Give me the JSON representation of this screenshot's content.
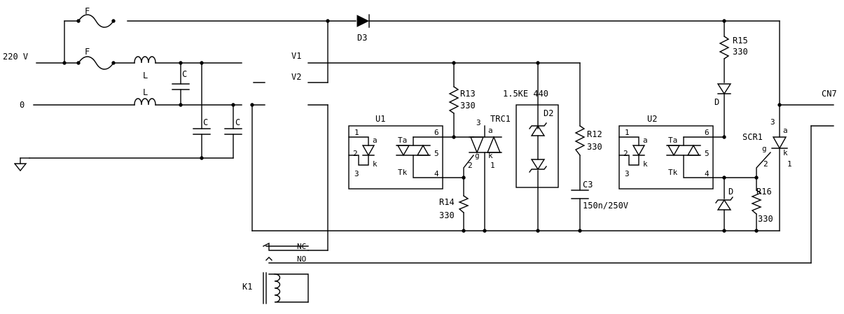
{
  "nets": {
    "input_220": "220 V",
    "input_0": "0",
    "v1": "V1",
    "v2": "V2",
    "output": "CN7"
  },
  "components": {
    "fuse_top": "F",
    "fuse_mid": "F",
    "inductor_top": "L",
    "inductor_bottom": "L",
    "cap_a": "C",
    "cap_b": "C",
    "cap_c": "C",
    "diode_d3": "D3",
    "r15": {
      "ref": "R15",
      "value": "330"
    },
    "diode_d_top": "D",
    "r13": {
      "ref": "R13",
      "value": "330"
    },
    "tvs": {
      "part": "1.5KE 440",
      "ref": "D2"
    },
    "r12": {
      "ref": "R12",
      "value": "330"
    },
    "c3": {
      "ref": "C3",
      "value": "150n/250V"
    },
    "r14": {
      "ref": "R14",
      "value": "330"
    },
    "r16": {
      "ref": "R16",
      "value": "330"
    },
    "zener_d": "D",
    "trc1": "TRC1",
    "scr1": "SCR1",
    "u1": {
      "ref": "U1",
      "pins": [
        "1",
        "2",
        "3",
        "6",
        "5",
        "4"
      ],
      "led_a": "a",
      "led_k": "k",
      "ta": "Ta",
      "tk": "Tk"
    },
    "u2": {
      "ref": "U2",
      "pins": [
        "1",
        "2",
        "3",
        "6",
        "5",
        "4"
      ],
      "led_a": "a",
      "led_k": "k",
      "ta": "Ta",
      "tk": "Tk"
    },
    "trc1_pins": {
      "p3": "3",
      "a": "a",
      "g": "g",
      "k": "k",
      "p2": "2",
      "p1": "1"
    },
    "scr1_pins": {
      "p3": "3",
      "a": "a",
      "g": "g",
      "k": "k",
      "p2": "2",
      "p1": "1"
    },
    "relay": {
      "ref": "K1",
      "nc": "NC",
      "no": "NO"
    }
  }
}
